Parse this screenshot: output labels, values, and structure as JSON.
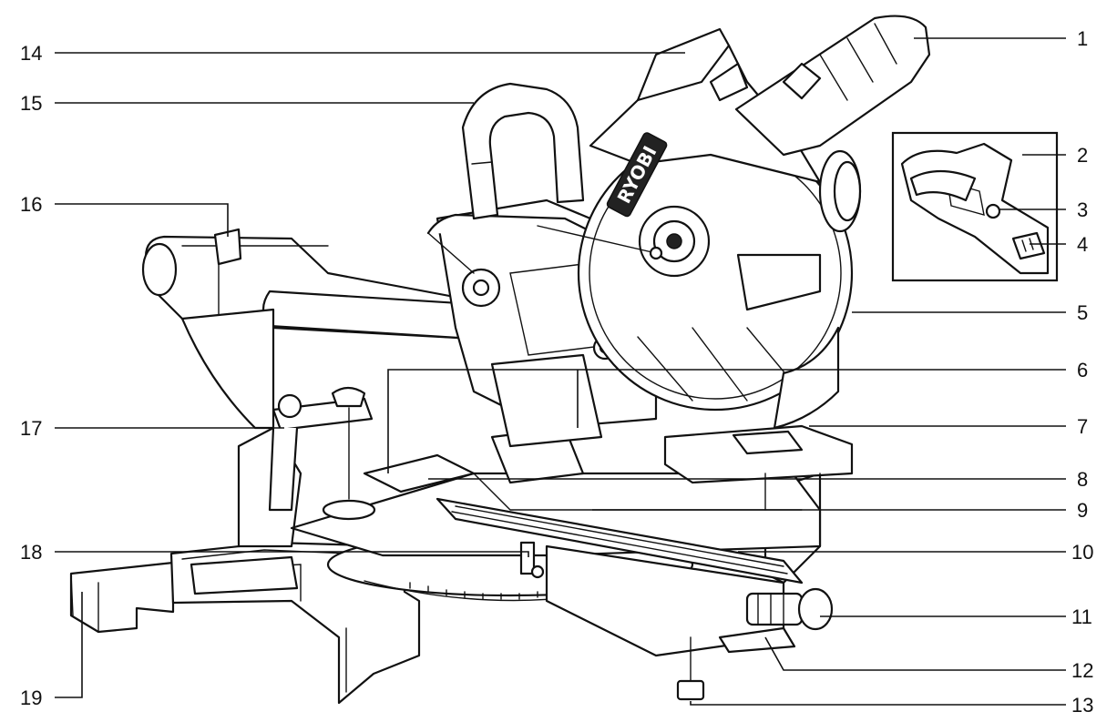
{
  "diagram": {
    "brand_text": "RYOBI",
    "callouts": [
      {
        "id": "1",
        "label": "1"
      },
      {
        "id": "2",
        "label": "2"
      },
      {
        "id": "3",
        "label": "3"
      },
      {
        "id": "4",
        "label": "4"
      },
      {
        "id": "5",
        "label": "5"
      },
      {
        "id": "6",
        "label": "6"
      },
      {
        "id": "7",
        "label": "7"
      },
      {
        "id": "8",
        "label": "8"
      },
      {
        "id": "9",
        "label": "9"
      },
      {
        "id": "10",
        "label": "10"
      },
      {
        "id": "11",
        "label": "11"
      },
      {
        "id": "12",
        "label": "12"
      },
      {
        "id": "13",
        "label": "13"
      },
      {
        "id": "14",
        "label": "14"
      },
      {
        "id": "15",
        "label": "15"
      },
      {
        "id": "16",
        "label": "16"
      },
      {
        "id": "17",
        "label": "17"
      },
      {
        "id": "18",
        "label": "18"
      },
      {
        "id": "19",
        "label": "19"
      }
    ]
  }
}
